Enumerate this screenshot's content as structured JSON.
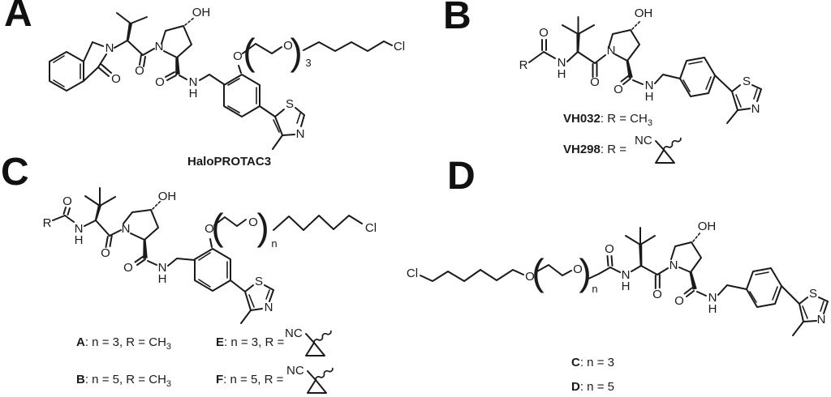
{
  "colors": {
    "ink": "#1a1a1a",
    "background": "#ffffff"
  },
  "panel_letters": {
    "a": "A",
    "b": "B",
    "c": "C",
    "d": "D"
  },
  "caption_haloprotac3": "HaloPROTAC3",
  "compound_labels": {
    "vh032": {
      "name": "VH032",
      "rest": ": R = ",
      "ch": "CH",
      "sub": "3"
    },
    "vh298": {
      "name": "VH298",
      "rest": ": R ="
    },
    "cmpd_a": {
      "name": "A",
      "rest": ": n = 3, R = ",
      "ch": "CH",
      "sub": "3"
    },
    "cmpd_b": {
      "name": "B",
      "rest": ": n = 5, R = ",
      "ch": "CH",
      "sub": "3"
    },
    "cmpd_e": {
      "name": "E",
      "rest": ": n = 3, R ="
    },
    "cmpd_f": {
      "name": "F",
      "rest": ": n = 5, R ="
    },
    "cmpd_c": {
      "name": "C",
      "rest": ": n = 3"
    },
    "cmpd_d": {
      "name": "D",
      "rest": ": n = 5"
    }
  },
  "atom": {
    "O": "O",
    "N": "N",
    "H": "H",
    "S": "S",
    "Cl": "Cl",
    "R": "R",
    "OH": "OH",
    "NC": "NC",
    "n": "n",
    "three": "3",
    "lparen": "(",
    "rparen": ")"
  }
}
